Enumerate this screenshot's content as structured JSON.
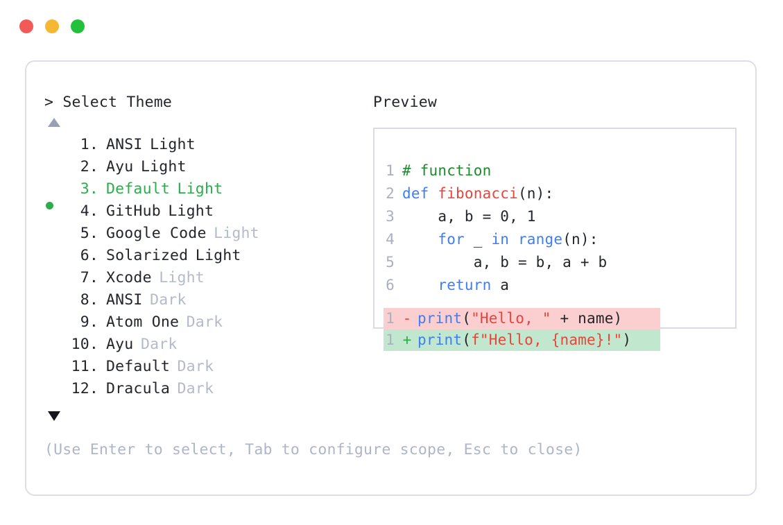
{
  "window": {
    "traffic_lights": [
      {
        "name": "close-button",
        "color": "#f25a58"
      },
      {
        "name": "minimize-button",
        "color": "#f6b733"
      },
      {
        "name": "maximize-button",
        "color": "#22c13c"
      }
    ]
  },
  "selector": {
    "prompt_caret": ">",
    "title": "Select Theme",
    "scroll_up_icon": "triangle-up",
    "scroll_down_icon": "triangle-down",
    "selected_index": 3,
    "selected_bullet": "●",
    "accent_color": "#2eab4a",
    "items": [
      {
        "index": "1.",
        "name": "ANSI",
        "variant": "Light",
        "variant_muted": false,
        "selected": false
      },
      {
        "index": "2.",
        "name": "Ayu",
        "variant": "Light",
        "variant_muted": false,
        "selected": false
      },
      {
        "index": "3.",
        "name": "Default",
        "variant": "Light",
        "variant_muted": false,
        "selected": true
      },
      {
        "index": "4.",
        "name": "GitHub",
        "variant": "Light",
        "variant_muted": false,
        "selected": false
      },
      {
        "index": "5.",
        "name": "Google Code",
        "variant": "Light",
        "variant_muted": true,
        "selected": false
      },
      {
        "index": "6.",
        "name": "Solarized",
        "variant": "Light",
        "variant_muted": false,
        "selected": false
      },
      {
        "index": "7.",
        "name": "Xcode",
        "variant": "Light",
        "variant_muted": true,
        "selected": false
      },
      {
        "index": "8.",
        "name": "ANSI",
        "variant": "Dark",
        "variant_muted": true,
        "selected": false
      },
      {
        "index": "9.",
        "name": "Atom One",
        "variant": "Dark",
        "variant_muted": true,
        "selected": false
      },
      {
        "index": "10.",
        "name": "Ayu",
        "variant": "Dark",
        "variant_muted": true,
        "selected": false
      },
      {
        "index": "11.",
        "name": "Default",
        "variant": "Dark",
        "variant_muted": true,
        "selected": false
      },
      {
        "index": "12.",
        "name": "Dracula",
        "variant": "Dark",
        "variant_muted": true,
        "selected": false
      }
    ]
  },
  "preview": {
    "label": "Preview",
    "code_lines": [
      {
        "no": "1",
        "tokens": [
          {
            "t": "# function",
            "c": "comment"
          }
        ]
      },
      {
        "no": "2",
        "tokens": [
          {
            "t": "def ",
            "c": "keyword"
          },
          {
            "t": "fibonacci",
            "c": "fn"
          },
          {
            "t": "(n):",
            "c": "plain"
          }
        ]
      },
      {
        "no": "3",
        "tokens": [
          {
            "t": "    a, b = 0, 1",
            "c": "plain"
          }
        ]
      },
      {
        "no": "4",
        "tokens": [
          {
            "t": "    ",
            "c": "plain"
          },
          {
            "t": "for",
            "c": "keyword"
          },
          {
            "t": " _ ",
            "c": "plain"
          },
          {
            "t": "in range",
            "c": "keyword"
          },
          {
            "t": "(n):",
            "c": "plain"
          }
        ]
      },
      {
        "no": "5",
        "tokens": [
          {
            "t": "        a, b = b, a + b",
            "c": "plain"
          }
        ]
      },
      {
        "no": "6",
        "tokens": [
          {
            "t": "    ",
            "c": "plain"
          },
          {
            "t": "return",
            "c": "keyword"
          },
          {
            "t": " a",
            "c": "plain"
          }
        ]
      }
    ],
    "diff_lines": [
      {
        "no": "1",
        "sign": "-",
        "kind": "removed",
        "tokens": [
          {
            "t": "print",
            "c": "keyword"
          },
          {
            "t": "(",
            "c": "plain"
          },
          {
            "t": "\"Hello, \"",
            "c": "string"
          },
          {
            "t": " + name)",
            "c": "plain"
          }
        ]
      },
      {
        "no": "1",
        "sign": "+",
        "kind": "added",
        "tokens": [
          {
            "t": "print",
            "c": "keyword"
          },
          {
            "t": "(",
            "c": "plain"
          },
          {
            "t": "f\"Hello, {name}!\"",
            "c": "string"
          },
          {
            "t": ")",
            "c": "plain"
          }
        ]
      }
    ],
    "diff_removed_bg": "#fbcfcf",
    "diff_added_bg": "#c2e7cf"
  },
  "footer": {
    "hint": "(Use Enter to select, Tab to configure scope, Esc to close)"
  }
}
